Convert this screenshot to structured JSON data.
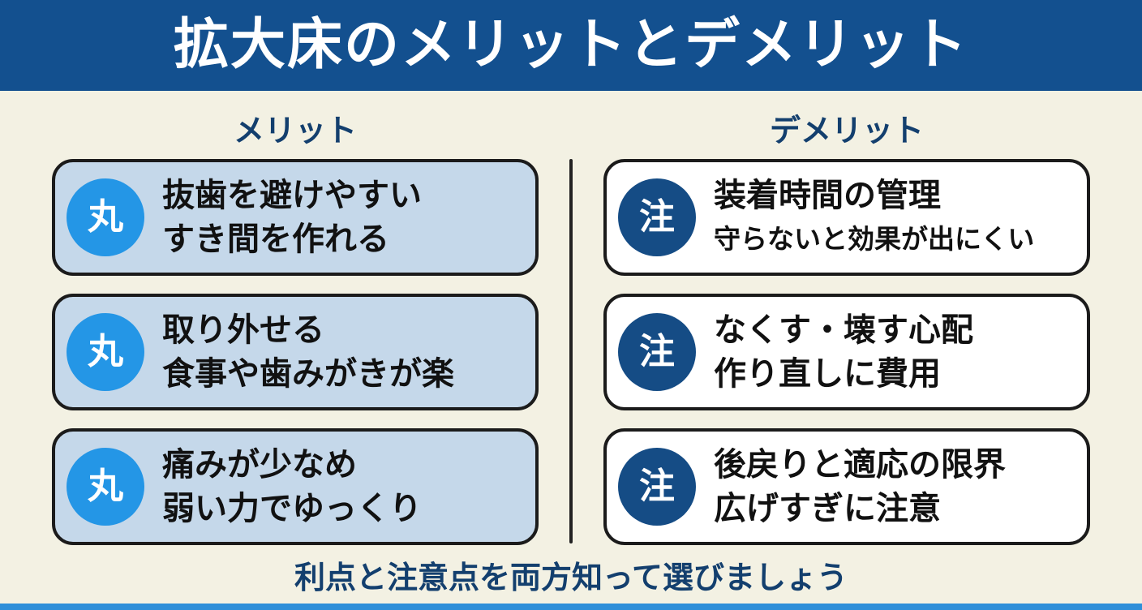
{
  "title": "拡大床のメリットとデメリット",
  "merit": {
    "heading": "メリット",
    "badge": "丸",
    "items": [
      {
        "line1": "抜歯を避けやすい",
        "line2": "すき間を作れる"
      },
      {
        "line1": "取り外せる",
        "line2": "食事や歯みがきが楽"
      },
      {
        "line1": "痛みが少なめ",
        "line2": "弱い力でゆっくり"
      }
    ]
  },
  "demerit": {
    "heading": "デメリット",
    "badge": "注",
    "items": [
      {
        "line1": "装着時間の管理",
        "line2": "守らないと効果が出にくい"
      },
      {
        "line1": "なくす・壊す心配",
        "line2": "作り直しに費用"
      },
      {
        "line1": "後戻りと適応の限界",
        "line2": "広げすぎに注意"
      }
    ]
  },
  "footer": "利点と注意点を両方知って選びましょう",
  "colors": {
    "header_bg": "#13508f",
    "background": "#f3f1e3",
    "merit_card": "#c5d8ea",
    "merit_badge": "#2496e6",
    "demerit_card": "#ffffff",
    "demerit_badge": "#154c85",
    "heading_text": "#133f6e",
    "bottom_bar": "#2f8fd9"
  }
}
